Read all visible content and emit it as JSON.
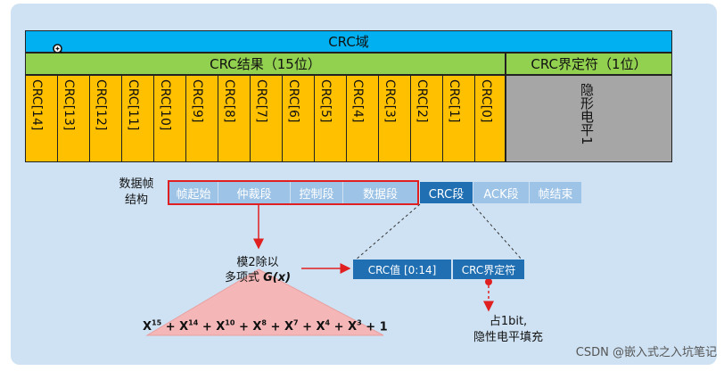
{
  "crc_field": {
    "title": "CRC域",
    "result_label": "CRC结果（15位）",
    "delimiter_label": "CRC界定符（1位）",
    "bits": [
      "CRC[14]",
      "CRC[13]",
      "CRC[12]",
      "CRC[11]",
      "CRC[10]",
      "CRC[9]",
      "CRC[8]",
      "CRC[7]",
      "CRC[6]",
      "CRC[5]",
      "CRC[4]",
      "CRC[3]",
      "CRC[2]",
      "CRC[1]",
      "CRC[0]"
    ],
    "delimiter_value": "隐形电平1"
  },
  "frame_structure": {
    "label_line1": "数据帧",
    "label_line2": "结构",
    "segments": [
      "帧起始",
      "仲裁段",
      "控制段",
      "数据段",
      "CRC段",
      "ACK段",
      "帧结束"
    ]
  },
  "modulo": {
    "line1": "模2除以",
    "line2_prefix": "多项式 ",
    "line2_func": "G(x)"
  },
  "crc_detail": {
    "value_box": "CRC值 [0:14]",
    "delimiter_box": "CRC界定符"
  },
  "note": {
    "line1": "占1bit,",
    "line2": "隐性电平填充"
  },
  "polynomial": {
    "terms": [
      {
        "base": "X",
        "exp": "15"
      },
      {
        "base": "X",
        "exp": "14"
      },
      {
        "base": "X",
        "exp": "10"
      },
      {
        "base": "X",
        "exp": "8"
      },
      {
        "base": "X",
        "exp": "7"
      },
      {
        "base": "X",
        "exp": "4"
      },
      {
        "base": "X",
        "exp": "3"
      }
    ],
    "constant": "1"
  },
  "watermark": "CSDN @嵌入式之入坑笔记",
  "colors": {
    "background_panel": "#cfe2f3",
    "crc_domain_bar": "#00b0f0",
    "result_bar": "#92d050",
    "bit_cell": "#ffc000",
    "delimiter_cell": "#a6a6a6",
    "segment_light": "#9dc3e6",
    "segment_dark": "#1f6fb2",
    "highlight_red": "#e02020",
    "triangle_pink": "#f4b6b6"
  },
  "icons": [
    "zoom-in-cursor-icon"
  ]
}
